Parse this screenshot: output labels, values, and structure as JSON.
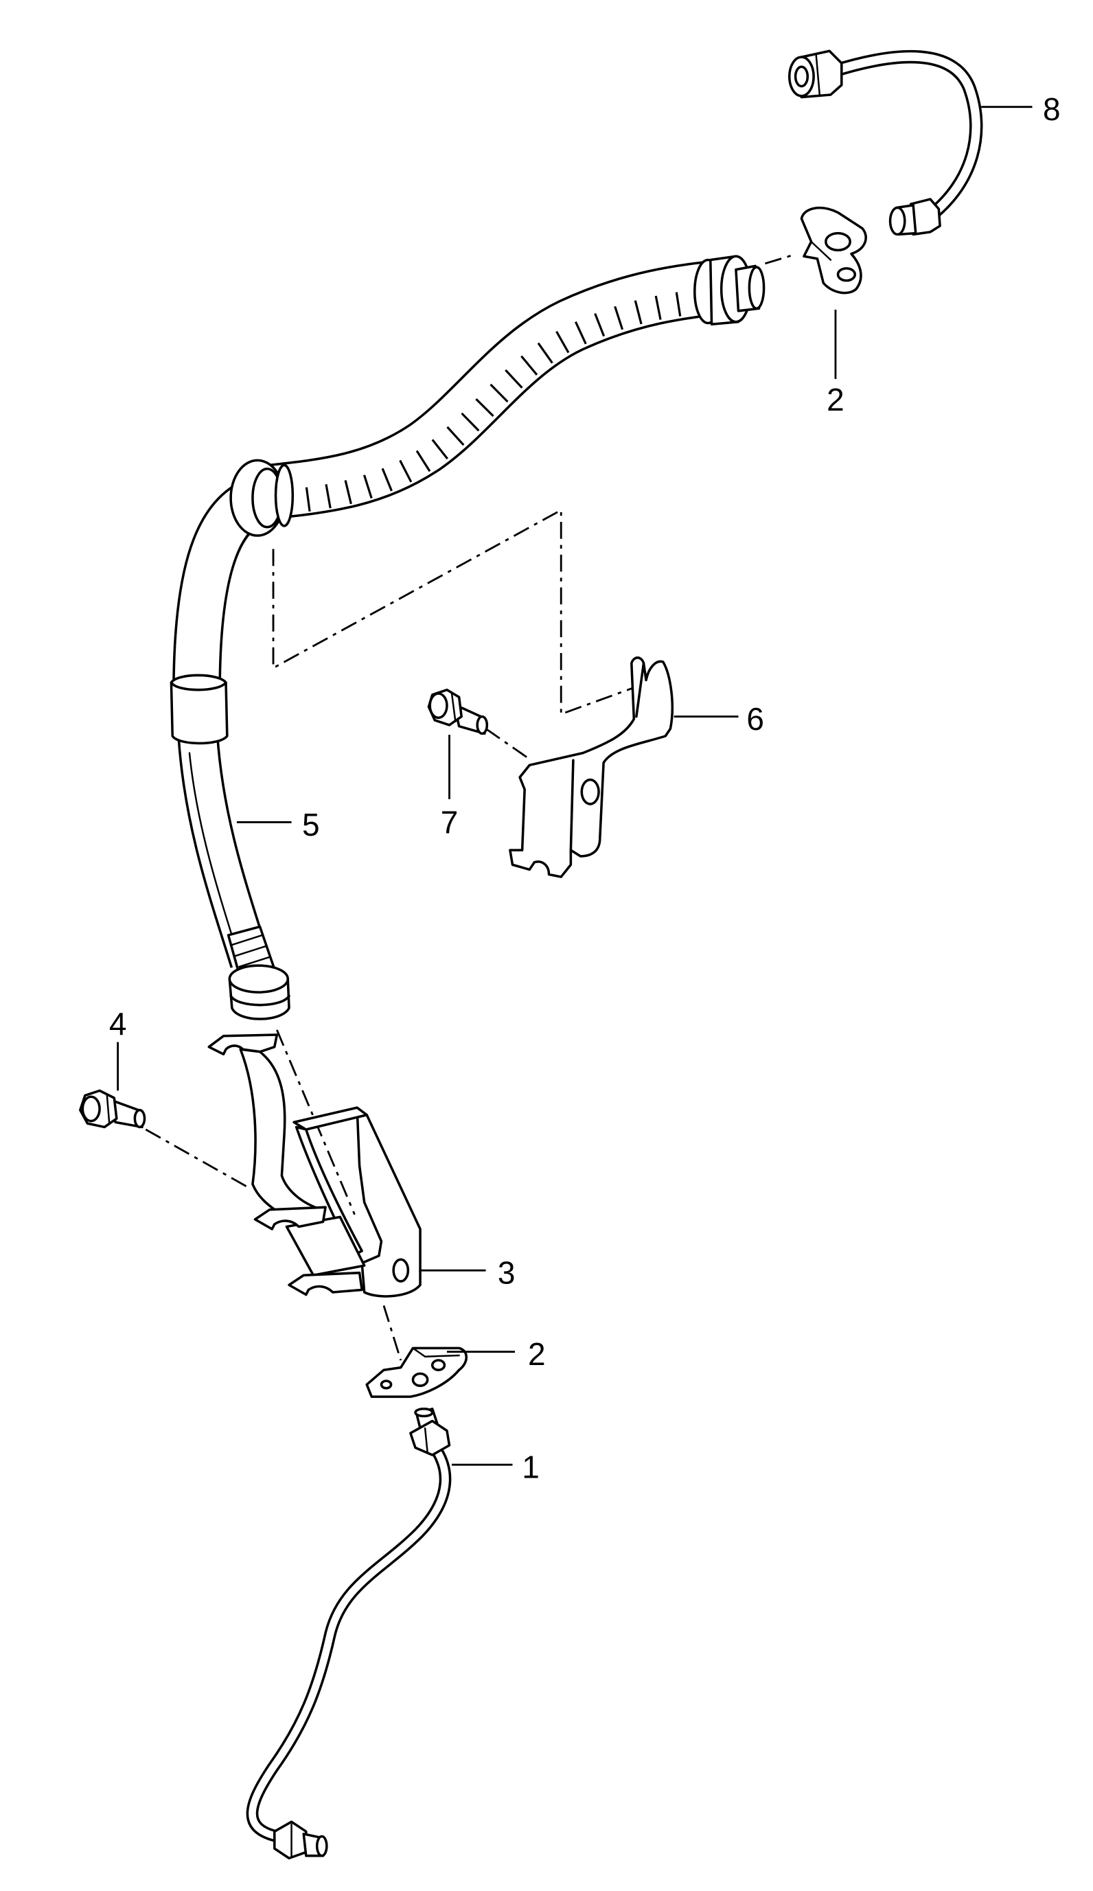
{
  "callouts": {
    "part_1": "1",
    "part_2_top": "2",
    "part_2_bottom": "2",
    "part_3": "3",
    "part_4": "4",
    "part_5": "5",
    "part_6": "6",
    "part_7": "7",
    "part_8": "8"
  },
  "colors": {
    "line": "#000000",
    "background": "#ffffff"
  }
}
